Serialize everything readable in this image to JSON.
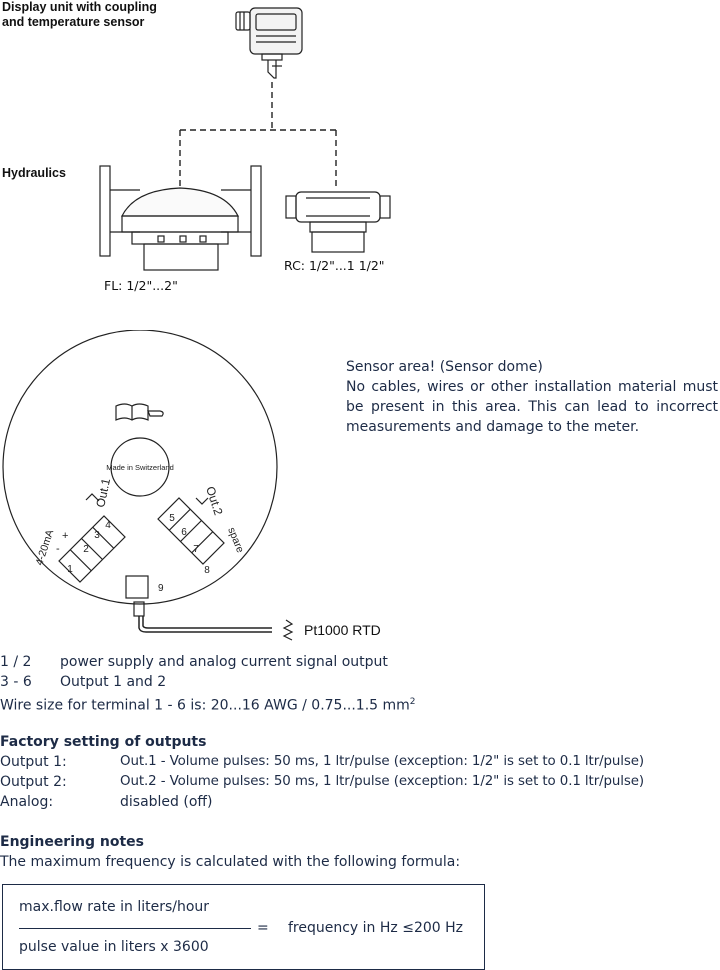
{
  "diagram": {
    "display_unit_label_line1": "Display unit with coupling",
    "display_unit_label_line2": "and temperature sensor",
    "hydraulics_label": "Hydraulics",
    "fl_label": "FL: 1/2\"...2\"",
    "rc_label": "RC:  1/2\"...1 1/2\""
  },
  "board": {
    "made_in": "Made in Switzerland",
    "out1": "Out.1",
    "out2": "Out.2",
    "current": "4-20mA",
    "minus": "-",
    "plus": "+",
    "spare": "spare",
    "terminals_left": [
      "1",
      "2",
      "3",
      "4"
    ],
    "terminals_right": [
      "5",
      "6",
      "7",
      "8"
    ],
    "terminal_9": "9",
    "rtd": "Pt1000 RTD"
  },
  "sensor_note": {
    "title": "Sensor area! (Sensor dome)",
    "line1": "No cables, wires or other installation material must",
    "line2": "be present in this area. This can lead to incorrect",
    "line3": "measurements and damage to the meter."
  },
  "terminals": {
    "row1_key": "1 / 2",
    "row1_val": "power supply and analog current signal output",
    "row2_key": "3 - 6",
    "row2_val": "Output 1 and 2",
    "wire_size": "Wire size for terminal 1 - 6 is: 20...16 AWG / 0.75...1.5 mm",
    "wire_size_sup": "2"
  },
  "factory": {
    "heading": "Factory setting of outputs",
    "rows": [
      {
        "key": "Output 1:",
        "val": "Out.1 - Volume pulses: 50 ms, 1 ltr/pulse (exception: 1/2\" is set to 0.1 ltr/pulse)"
      },
      {
        "key": "Output 2:",
        "val": "Out.2 - Volume pulses: 50 ms, 1 ltr/pulse (exception: 1/2\" is set to 0.1 ltr/pulse)"
      },
      {
        "key": "Analog:",
        "val": "disabled (off)"
      }
    ]
  },
  "engineering": {
    "heading": "Engineering notes",
    "intro": "The maximum frequency is calculated with the following formula:",
    "numerator": "max.flow rate in liters/hour",
    "denominator": "pulse value in liters x 3600",
    "equals": "=",
    "result": "frequency in Hz ≤200 Hz"
  }
}
